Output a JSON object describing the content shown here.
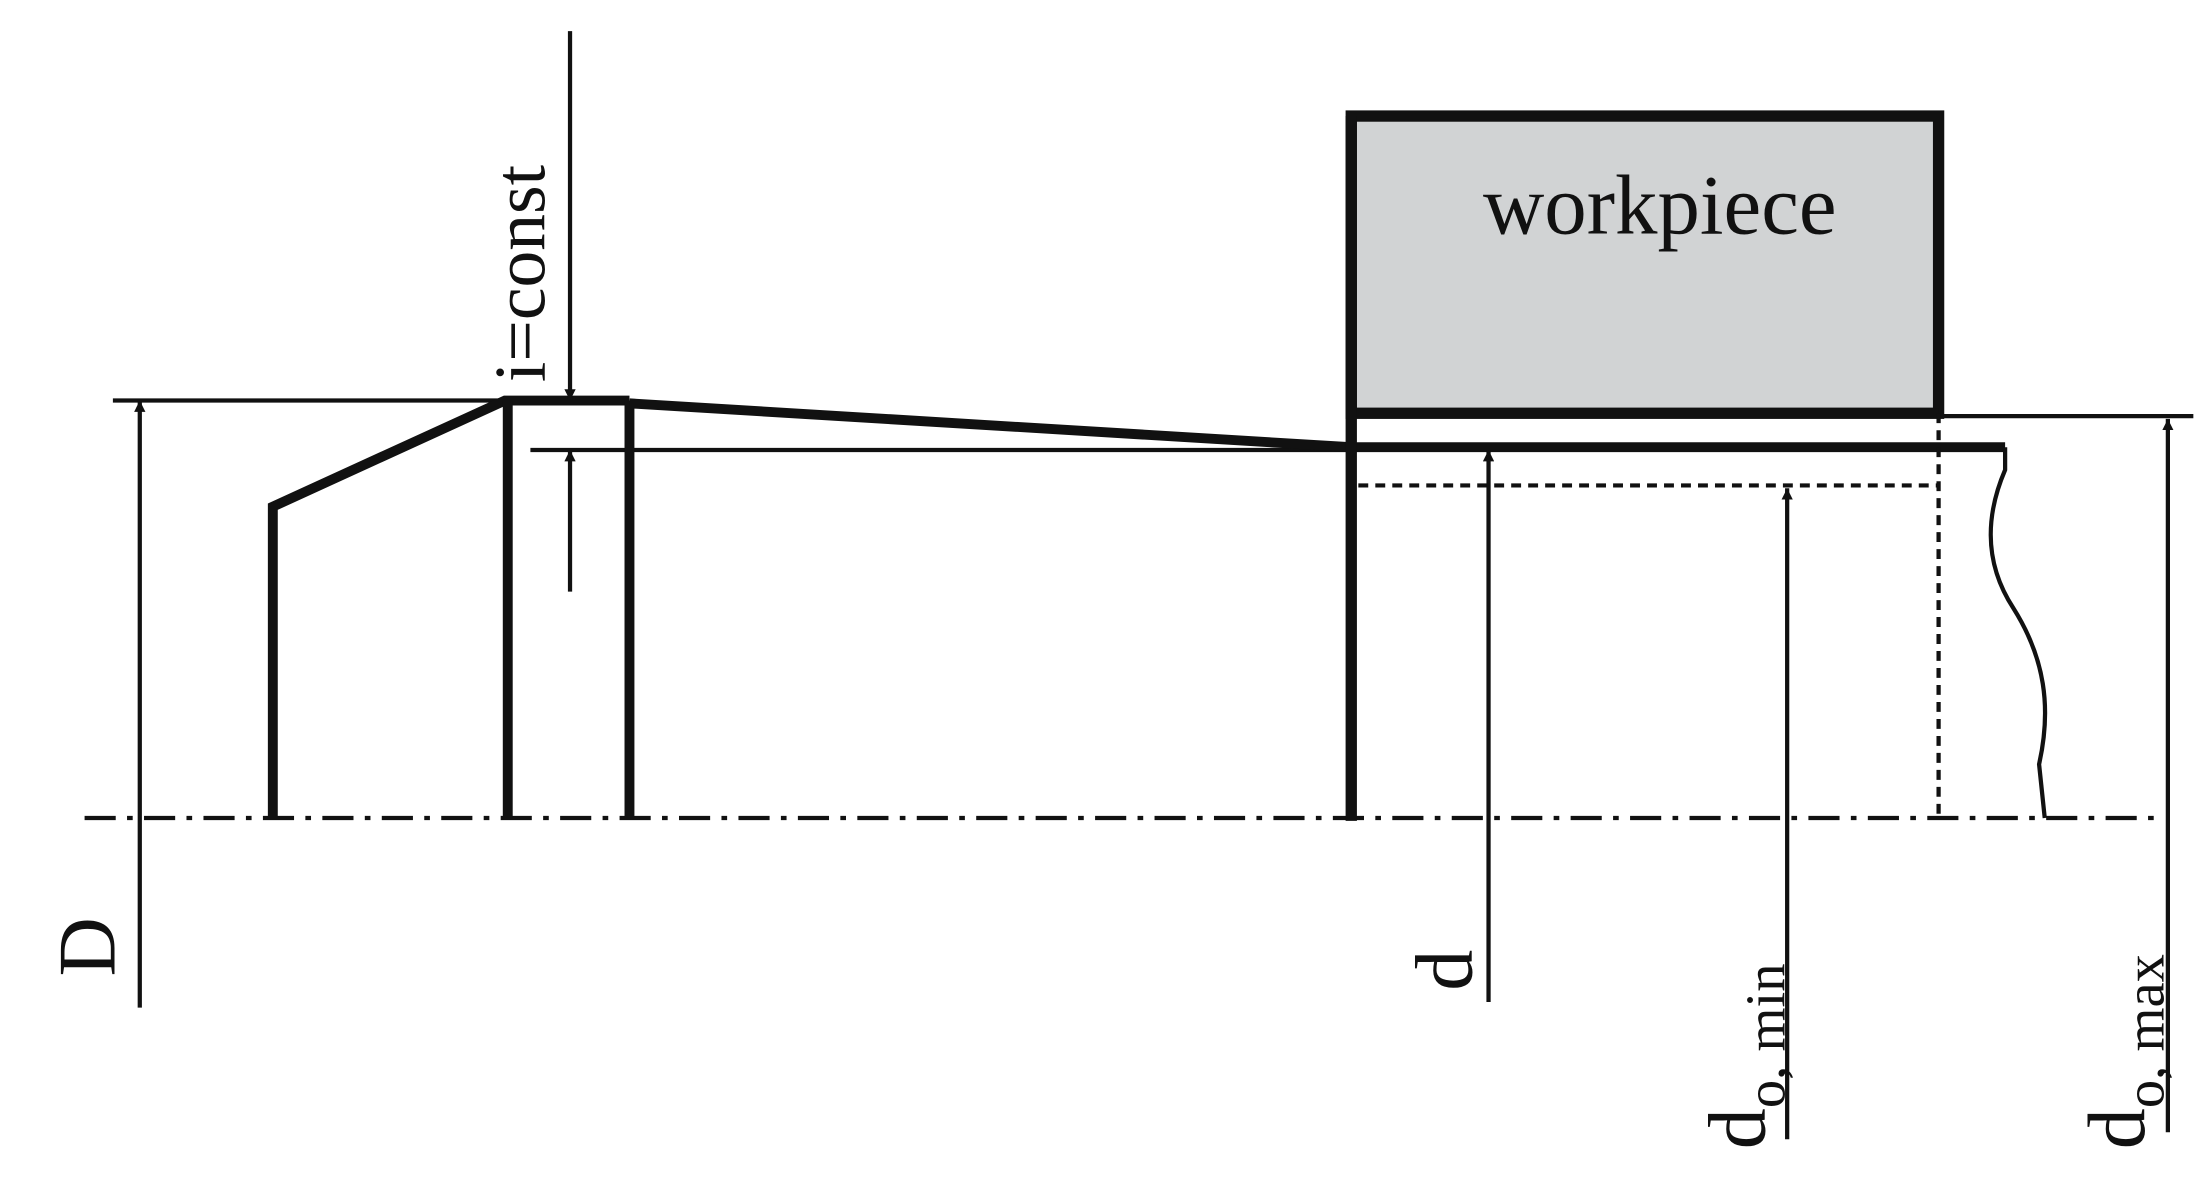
{
  "labels": {
    "workpiece": "workpiece",
    "i_const": "i=const",
    "D": "D",
    "d": "d",
    "d_o_min_main": "d",
    "d_o_min_sub": "o, min",
    "d_o_max_main": "d",
    "d_o_max_sub": "o, max"
  },
  "colors": {
    "line": "#111111",
    "workpiece_fill": "#d1d3d4",
    "background": "#ffffff"
  }
}
